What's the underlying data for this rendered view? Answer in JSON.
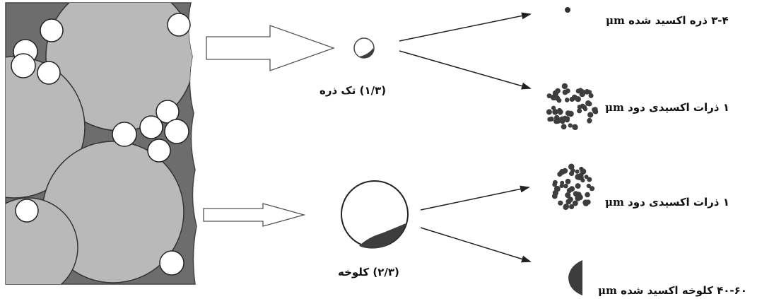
{
  "labels": {
    "single_particle": "(۱/۳) تک ذره",
    "agglomerate": "(۲/۳) کلوخه",
    "oxidized_particle": "۳-۴ ذره اکسید شده",
    "oxidized_particle_unit": "μm",
    "smoke_particles_1": "۱ ذرات اکسیدی دود",
    "smoke_particles_1_unit": "μm",
    "smoke_particles_2": "۱ ذرات اکسیدی دود",
    "smoke_particles_2_unit": "μm",
    "oxidized_agglomerate": "۴۰-۶۰ کلوخه اکسید شده",
    "oxidized_agglomerate_unit": "μm"
  },
  "colors": {
    "background_dark": "#6d6d6d",
    "large_particle": "#b9b9b9",
    "small_particle": "#ffffff",
    "oxide_dark": "#3d3d3d",
    "line": "#222222"
  }
}
